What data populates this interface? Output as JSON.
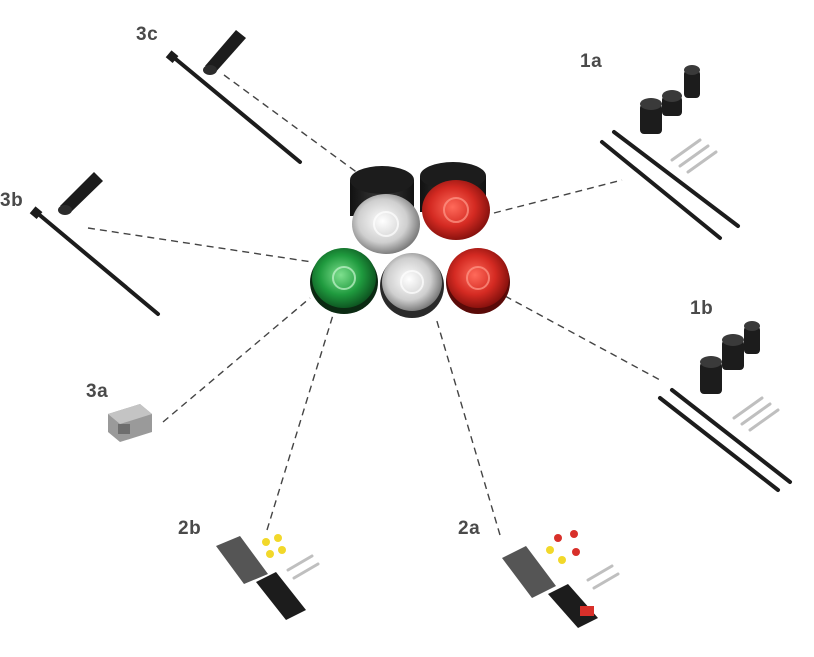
{
  "callouts": {
    "c3c": "3c",
    "c1a": "1a",
    "c3b": "3b",
    "c1b": "1b",
    "c3a": "3a",
    "c2b": "2b",
    "c2a": "2a"
  },
  "lamps": [
    {
      "name": "clear-lamp-rear",
      "lens": "#d9d9d9"
    },
    {
      "name": "red-lamp-rear",
      "lens": "#c0201c"
    },
    {
      "name": "green-lamp",
      "lens": "#1f8f3a"
    },
    {
      "name": "clear-lamp-front",
      "lens": "#cfcfcf"
    },
    {
      "name": "red-lamp-front",
      "lens": "#d42a22"
    }
  ],
  "colors": {
    "label": "#4a4a4a",
    "line": "#444444",
    "rubber": "#1c1c1c",
    "metal": "#bfbfbf",
    "grey_part": "#9a9a9a",
    "yellow_seal": "#f2d82a",
    "red_seal": "#d8302a"
  }
}
